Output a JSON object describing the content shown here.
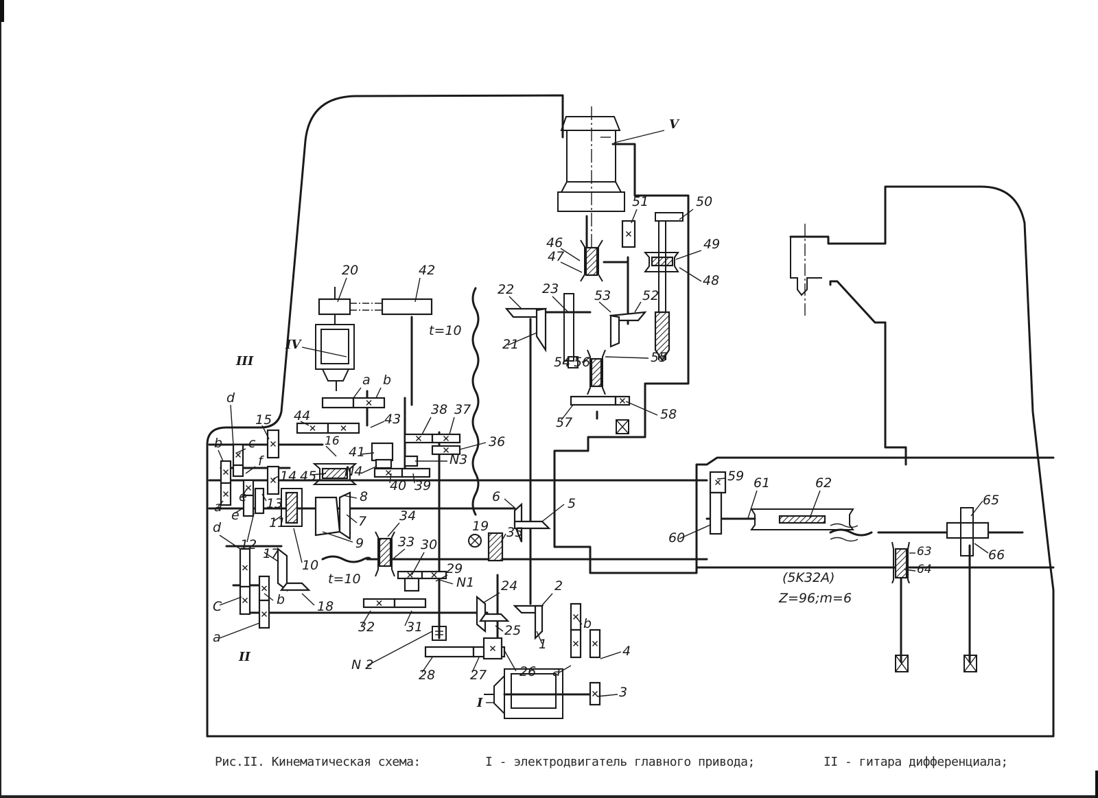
{
  "document": {
    "caption": {
      "figure_ref": "Рис.II. Кинематическая схема:",
      "item_I": "I - электродвигатель главного привода;",
      "item_II": "II - гитара дифференциала;"
    },
    "machine_model": "(5K32A)",
    "wheel_params": "Z=96;m=6"
  },
  "diagram": {
    "roman_labels": {
      "I": "I",
      "II": "II",
      "III": "III",
      "IV": "IV",
      "V": "V"
    },
    "pitch_labels": {
      "t_upper": "t=10",
      "t_lower": "t=10"
    },
    "guitar_letters": {
      "a": "a",
      "b": "b",
      "c": "c",
      "d": "d",
      "e": "e",
      "f": "f",
      "C": "C"
    },
    "nut_labels": {
      "N1": "N1",
      "N2": "N 2",
      "N3": "N3",
      "N4": "N4"
    },
    "part_numbers": [
      "1",
      "2",
      "3",
      "4",
      "5",
      "6",
      "7",
      "8",
      "9",
      "10",
      "11",
      "12",
      "13",
      "14",
      "15",
      "16",
      "17",
      "18",
      "19",
      "20",
      "21",
      "22",
      "23",
      "24",
      "25",
      "26",
      "27",
      "28",
      "29",
      "30",
      "31",
      "32",
      "33",
      "34",
      "35",
      "36",
      "37",
      "38",
      "39",
      "40",
      "41",
      "42",
      "43",
      "44",
      "45",
      "46",
      "47",
      "48",
      "49",
      "50",
      "51",
      "52",
      "53",
      "54",
      "55",
      "56",
      "57",
      "58",
      "59",
      "60",
      "61",
      "62",
      "63",
      "64",
      "65",
      "66"
    ]
  }
}
